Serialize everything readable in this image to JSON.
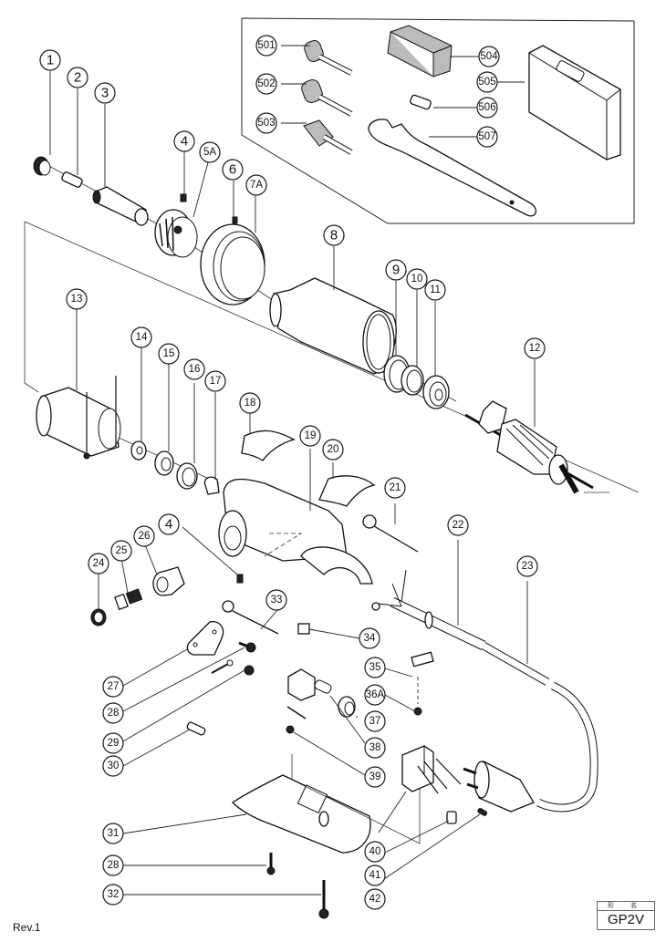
{
  "document": {
    "type": "exploded parts diagram",
    "revision_label": "Rev.1",
    "model_box": {
      "header": "形 名",
      "model": "GP2V"
    }
  },
  "accessory_box": {
    "callouts": [
      "501",
      "502",
      "503",
      "504",
      "505",
      "506",
      "507"
    ]
  },
  "callouts": {
    "c1": "1",
    "c2": "2",
    "c3": "3",
    "c4a": "4",
    "c5a": "5A",
    "c6": "6",
    "c7a": "7A",
    "c8": "8",
    "c9": "9",
    "c10": "10",
    "c11": "11",
    "c12": "12",
    "c13": "13",
    "c14": "14",
    "c15": "15",
    "c16": "16",
    "c17": "17",
    "c18": "18",
    "c19": "19",
    "c20": "20",
    "c21": "21",
    "c22": "22",
    "c23": "23",
    "c24": "24",
    "c25": "25",
    "c26": "26",
    "c4b": "4",
    "c27": "27",
    "c28a": "28",
    "c29": "29",
    "c30": "30",
    "c31": "31",
    "c28b": "28",
    "c32": "32",
    "c33": "33",
    "c34": "34",
    "c35": "35",
    "c36a": "36A",
    "c37": "37",
    "c38": "38",
    "c39": "39",
    "c40": "40",
    "c41": "41",
    "c42": "42",
    "c501": "501",
    "c502": "502",
    "c503": "503",
    "c504": "504",
    "c505": "505",
    "c506": "506",
    "c507": "507"
  }
}
